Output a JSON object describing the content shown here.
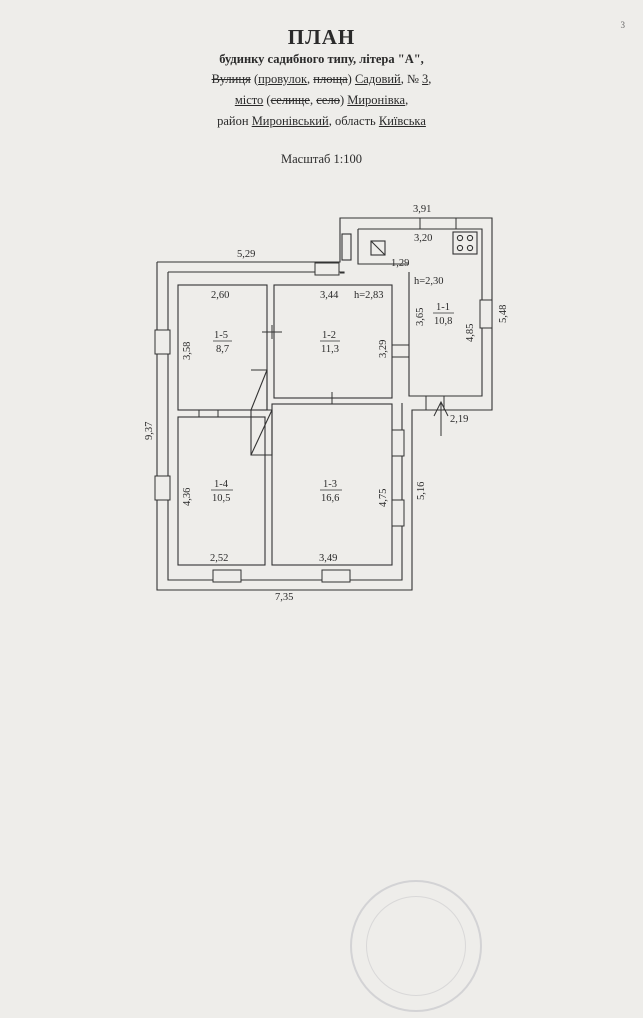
{
  "page_number": "3",
  "header": {
    "title": "ПЛАН",
    "subtitle": "будинку садибного типу, літера \"А\",",
    "street_line": {
      "street_word": "Вулиця",
      "open_paren": "(",
      "lane_word": "провулок",
      "comma": ",",
      "square_word": "площа",
      "close_paren": ")",
      "street_name": "Садовий",
      "number_label": ", №",
      "number": "3",
      "tail": ","
    },
    "city_line": {
      "city_word": "місто",
      "open_paren": "(",
      "settlement_word": "селище",
      "comma": ",",
      "village_word": "село",
      "close_paren": ")",
      "city_name": "Миронівка",
      "tail": ","
    },
    "district_line": {
      "district_word": "район",
      "district_name": "Миронівський",
      "region_label": ", область",
      "region_name": "Київська"
    },
    "scale": "Масштаб 1:100"
  },
  "plan": {
    "dimensions": {
      "top_left": "5,29",
      "annex_top": "3,91",
      "annex_inner": "3,20",
      "annex_small": "1,29",
      "annex_height": "h=2,30",
      "annex_right": "5,48",
      "annex_bottom": "2,19",
      "left_total": "9,37",
      "right_lower": "5,16",
      "bottom_total": "7,35",
      "main_height": "h=2,83"
    },
    "rooms": [
      {
        "id": "1-1",
        "area": "10,8",
        "dims": [
          "3,65",
          "4,85"
        ]
      },
      {
        "id": "1-2",
        "area": "11,3",
        "dims": [
          "3,44",
          "3,29"
        ]
      },
      {
        "id": "1-3",
        "area": "16,6",
        "dims": [
          "4,75",
          "3,49"
        ]
      },
      {
        "id": "1-4",
        "area": "10,5",
        "dims": [
          "4,36",
          "2,52"
        ]
      },
      {
        "id": "1-5",
        "area": "8,7",
        "dims": [
          "2,60",
          "3,58"
        ]
      }
    ]
  }
}
